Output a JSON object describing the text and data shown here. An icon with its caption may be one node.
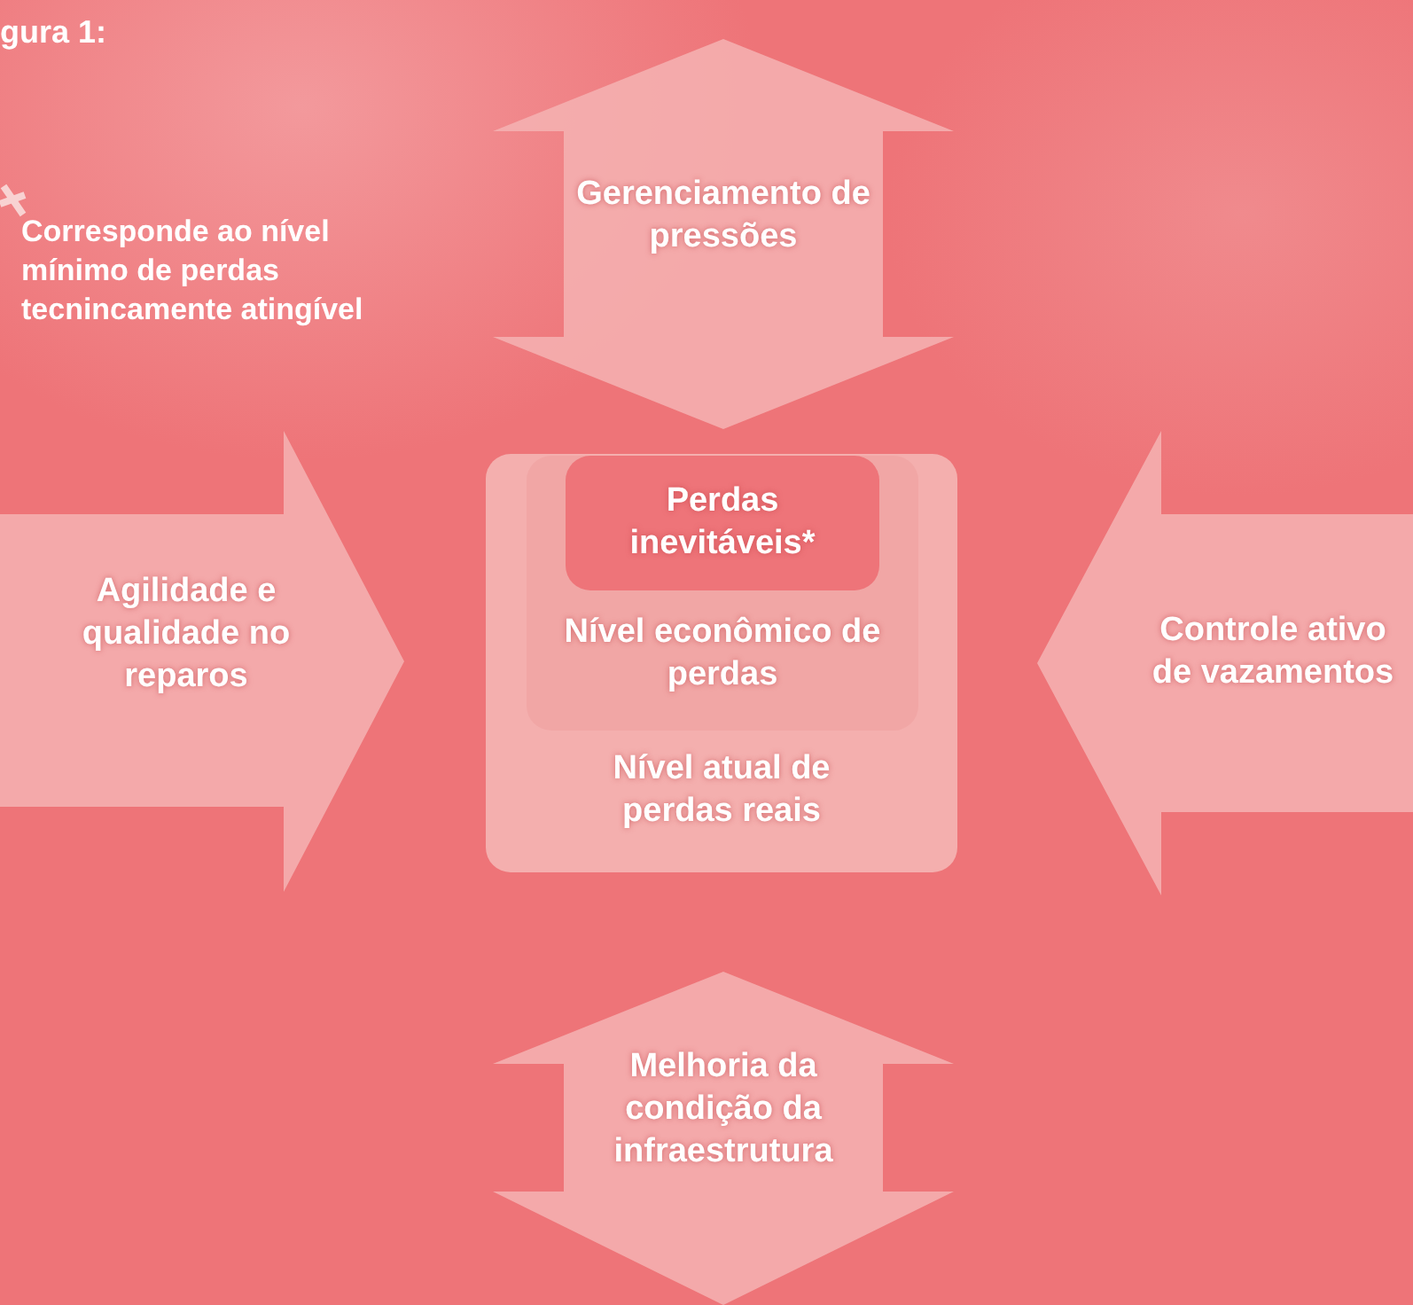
{
  "diagram": {
    "title": "gura 1:",
    "nodes": [
      {
        "text": [
          "Nível atual de perdas reais"
        ]
      },
      {
        "text": [
          "Nível econômico de perdas"
        ],
        "in": 0
      },
      {
        "text": [
          "Perdas inevitáveis*"
        ],
        "in": 1
      },
      {
        "text": [
          "Gerenciamento de pressões"
        ]
      },
      {
        "text": [
          "Agilidade e qualidade no reparos"
        ]
      },
      {
        "text": [
          "Controle ativo de vazamentos"
        ]
      },
      {
        "text": [
          "Melhoria da condição da infraestrutura"
        ]
      }
    ],
    "labels": [
      "Corresponde ao nível mínimo de perdas tecnincamente atingível"
    ]
  }
}
